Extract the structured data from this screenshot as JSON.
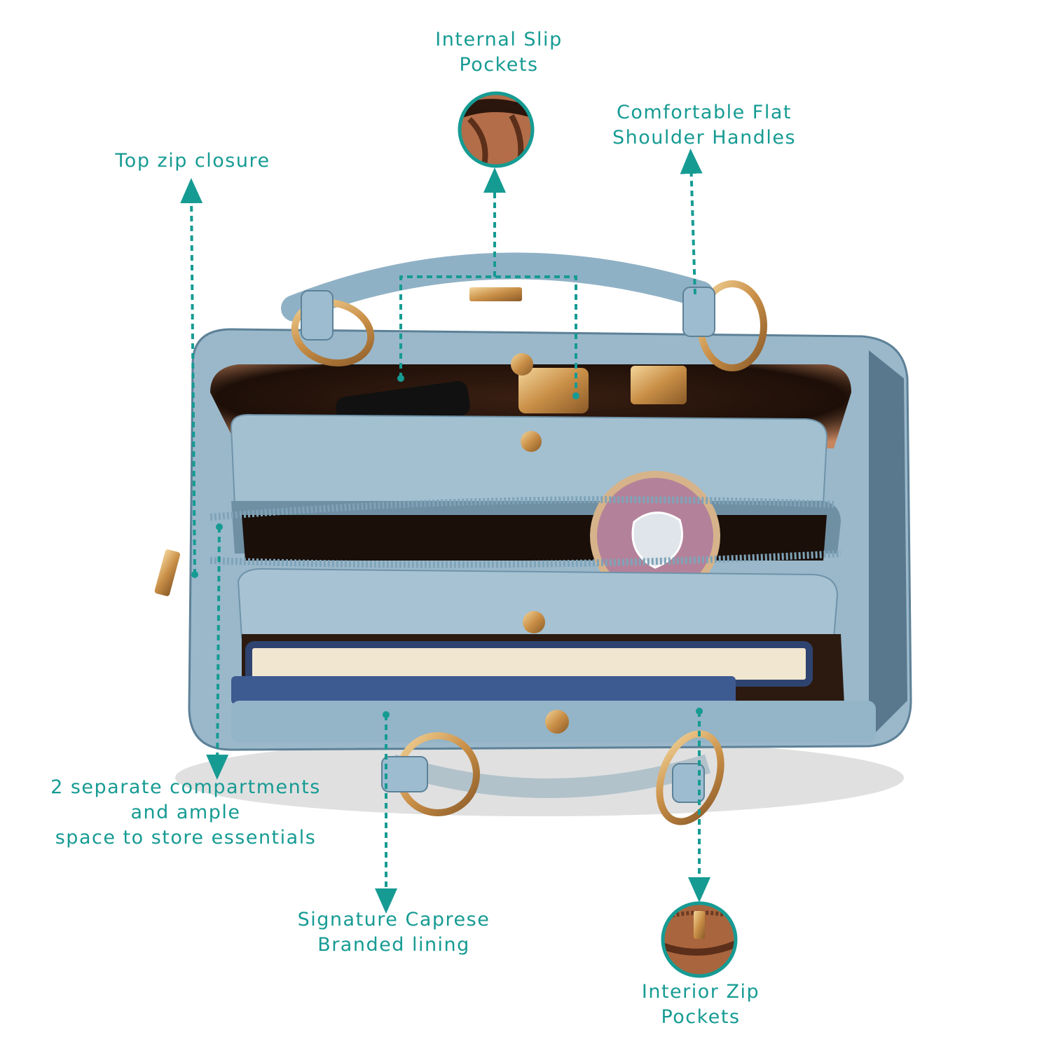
{
  "accent_color": "#169b93",
  "bag_color": "#97b6c9",
  "callouts": {
    "internal_slip_pockets": {
      "lines": [
        "Internal Slip",
        "Pockets"
      ]
    },
    "comfortable_handles": {
      "lines": [
        "Comfortable Flat",
        "Shoulder Handles"
      ]
    },
    "top_zip_closure": {
      "lines": [
        "Top zip closure"
      ]
    },
    "compartments": {
      "lines": [
        "2 separate compartments",
        "and ample",
        "space to store essentials"
      ]
    },
    "branded_lining": {
      "lines": [
        "Signature Caprese",
        "Branded lining"
      ]
    },
    "interior_zip_pockets": {
      "lines": [
        "Interior Zip",
        "Pockets"
      ]
    }
  }
}
